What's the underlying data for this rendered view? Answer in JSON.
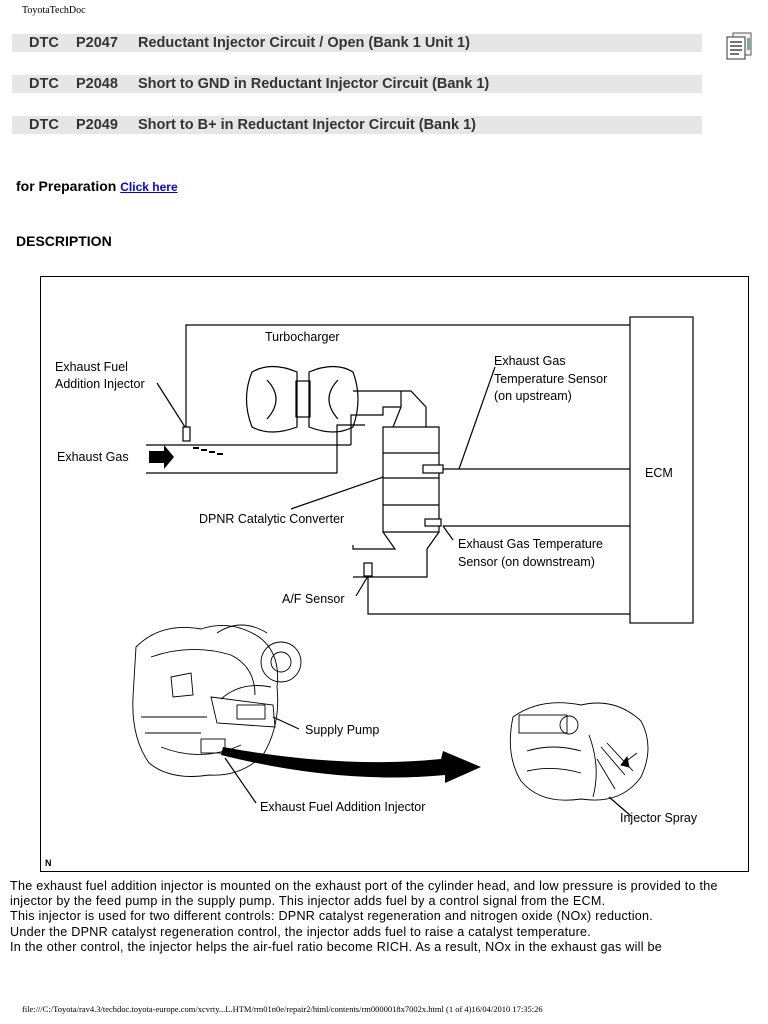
{
  "site": {
    "title": "ToyotaTechDoc"
  },
  "dtcs": [
    {
      "label": "DTC",
      "code": "P2047",
      "title": "Reductant Injector Circuit / Open (Bank 1 Unit 1)"
    },
    {
      "label": "DTC",
      "code": "P2048",
      "title": "Short to GND in Reductant Injector Circuit (Bank 1)"
    },
    {
      "label": "DTC",
      "code": "P2049",
      "title": "Short to B+ in Reductant Injector Circuit (Bank 1)"
    }
  ],
  "preparation": {
    "prefix": "for Preparation",
    "link": "Click here"
  },
  "section": {
    "heading": "DESCRIPTION"
  },
  "figure": {
    "labels": {
      "turbocharger": "Turbocharger",
      "injector_line1": "Exhaust Fuel",
      "injector_line2": "Addition Injector",
      "exhaust_gas": "Exhaust Gas",
      "sensor_up_line1": "Exhaust Gas",
      "sensor_up_line2": "Temperature Sensor",
      "sensor_up_line3": "(on upstream)",
      "ecm": "ECM",
      "dpnr": "DPNR Catalytic Converter",
      "sensor_down_line1": "Exhaust Gas Temperature",
      "sensor_down_line2": "Sensor (on downstream)",
      "af_sensor": "A/F Sensor",
      "supply_pump": "Supply Pump",
      "injector_bottom": "Exhaust Fuel Addition Injector",
      "injector_spray": "Injector Spray",
      "corner_mark": "N"
    }
  },
  "description": {
    "paragraphs": [
      "The exhaust fuel addition injector is mounted on the exhaust port of the cylinder head, and low pressure is provided to the injector by the feed pump in the supply pump. This injector adds fuel by a control signal from the ECM.",
      "This injector is used for two different controls: DPNR catalyst regeneration and nitrogen oxide (NOx) reduction.",
      "Under the DPNR catalyst regeneration control, the injector adds fuel to raise a catalyst temperature.",
      "In the other control, the injector helps the air-fuel ratio become RICH. As a result, NOx in the exhaust gas will be"
    ]
  },
  "footer": {
    "text": "file:///C:/Toyota/rav4.3/techdoc.toyota-europe.com/xcvrty...L.HTM/rm01n0e/repair2/html/contents/rm0000018x7002x.html (1 of 4)16/04/2010 17:35:26"
  }
}
